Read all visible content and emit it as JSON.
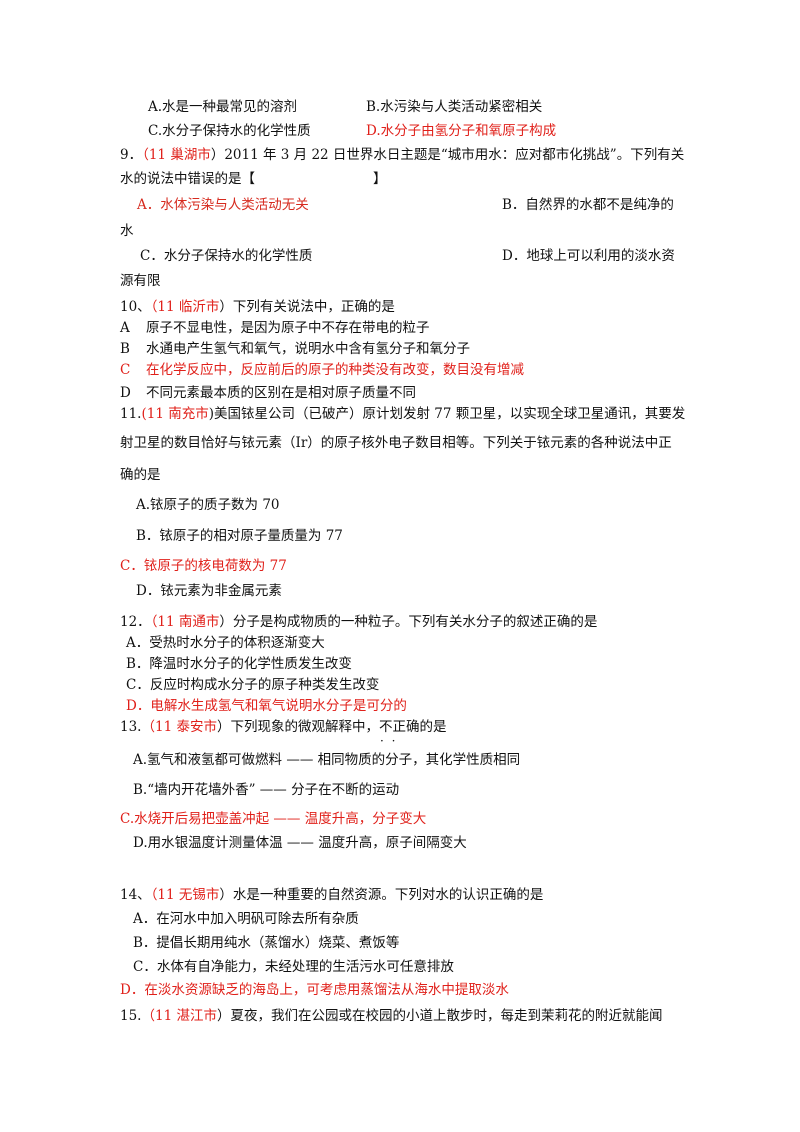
{
  "q8": {
    "a": "A.水是一种最常见的溶剂",
    "b": "B.水污染与人类活动紧密相关",
    "c": "C.水分子保持水的化学性质",
    "d": "D.水分子由氢分子和氧原子构成"
  },
  "q9": {
    "num": "9．",
    "tag": "（11 巢湖市",
    "stem1": "）2011 年 3 月 22 日世界水日主题是“城市用水：应对都市化挑战”。下列有关",
    "stem2a": "水的说法中错误的是【",
    "stem2b": "】",
    "a": "A．水体污染与人类活动无关",
    "b": "B．自然界的水都不是纯净的",
    "b_cont": "水",
    "c": "C．水分子保持水的化学性质",
    "d": "D．地球上可以利用的淡水资",
    "d_cont": "源有限"
  },
  "q10": {
    "num": "10、",
    "tag": "（11 临沂市",
    "stem": "）下列有关说法中，正确的是",
    "a_letter": "A",
    "a": "原子不显电性，是因为原子中不存在带电的粒子",
    "b_letter": "B",
    "b": "水通电产生氢气和氧气，说明水中含有氢分子和氧分子",
    "c_letter": "C",
    "c": "在化学反应中，反应前后的原子的种类没有改变，数目没有增减",
    "d_letter": "D",
    "d": "不同元素最本质的区别在是相对原子质量不同"
  },
  "q11": {
    "num": "11.",
    "tag": "(11 南充市",
    "stem1": ")美国铱星公司（已破产）原计划发射 77 颗卫星，以实现全球卫星通讯，其要发",
    "stem2": "射卫星的数目恰好与铱元素（Ir）的原子核外电子数目相等。下列关于铱元素的各种说法中正",
    "stem3": "确的是",
    "a": "A.铱原子的质子数为 70",
    "b": "B．铱原子的相对原子量质量为 77",
    "c": "C．铱原子的核电荷数为 77",
    "d": "D．铱元素为非金属元素"
  },
  "q12": {
    "num": "12．",
    "tag": "（11 南通市",
    "stem": "）分子是构成物质的一种粒子。下列有关水分子的叙述正确的是",
    "a": "A．受热时水分子的体积逐渐变大",
    "b": "B．降温时水分子的化学性质发生改变",
    "c": "C．反应时构成水分子的原子种类发生改变",
    "d": "D．电解水生成氢气和氧气说明水分子是可分的"
  },
  "q13": {
    "num": "13.",
    "tag": "（11 泰安市",
    "stem_a": "）下列现象的微观解释中，",
    "stem_dot": "不正",
    "stem_b": "确的是",
    "a": "A.氢气和液氢都可做燃料 ——  相同物质的分子，其化学性质相同",
    "b": "B.“墙内开花墙外香”      ——  分子在不断的运动",
    "c": "C.水烧开后易把壶盖冲起 ——  温度升高，分子变大",
    "d": "D.用水银温度计测量体温 ——  温度升高，原子间隔变大"
  },
  "q14": {
    "num": "14、",
    "tag": "（11 无锡市",
    "stem": "）水是一种重要的自然资源。下列对水的认识正确的是",
    "a": "A．在河水中加入明矾可除去所有杂质",
    "b": "B．提倡长期用纯水（蒸馏水）烧菜、煮饭等",
    "c": "C．水体有自净能力，未经处理的生活污水可任意排放",
    "d": "D．在淡水资源缺乏的海岛上，可考虑用蒸馏法从海水中提取淡水"
  },
  "q15": {
    "num": "15.",
    "tag": "（11 湛江市",
    "stem": "）夏夜，我们在公园或在校园的小道上散步时，每走到茉莉花的附近就能闻"
  }
}
